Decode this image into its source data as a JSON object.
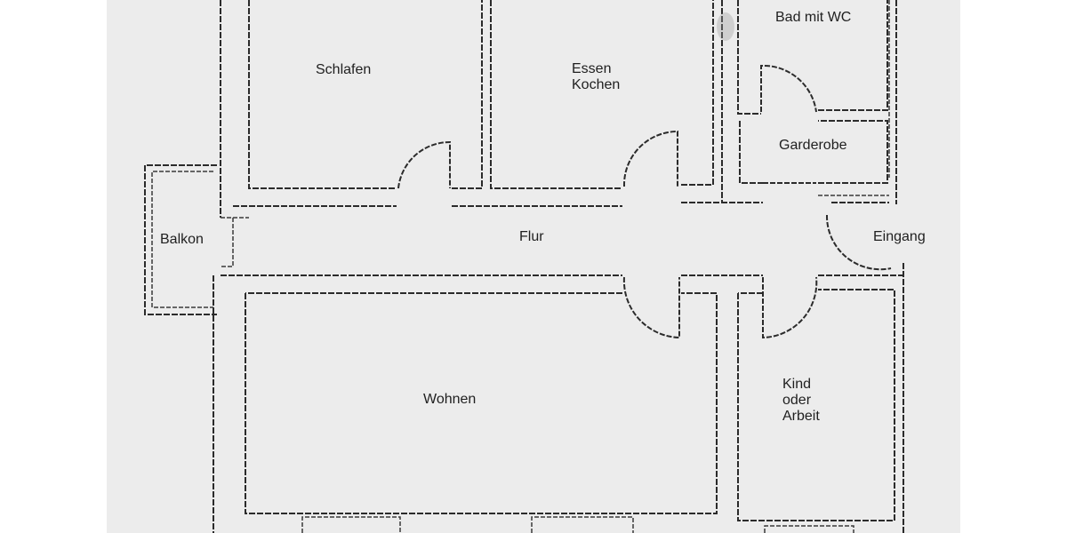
{
  "rooms": {
    "schlafen": "Schlafen",
    "essen_line1": "Essen",
    "essen_line2": "Kochen",
    "bad": "Bad mit WC",
    "garderobe": "Garderobe",
    "balkon": "Balkon",
    "flur": "Flur",
    "eingang": "Eingang",
    "wohnen": "Wohnen",
    "kind_line1": "Kind",
    "kind_line2": "oder",
    "kind_line3": "Arbeit"
  }
}
